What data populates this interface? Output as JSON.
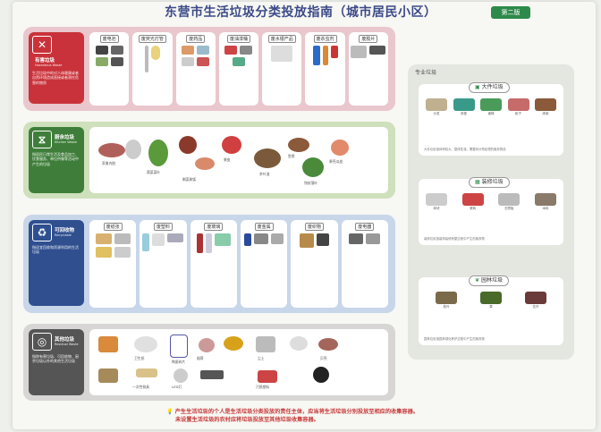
{
  "header": {
    "title": "东营市生活垃圾分类投放指南（城市居民小区）",
    "edition": "第二版"
  },
  "hazard": {
    "icon": "hazard-bin-icon",
    "name": "有害垃圾",
    "en": "Hazardous Waste",
    "desc": "生活垃圾中的对人体健康或者自然环境造成直接或者潜在危害的物质",
    "subs": [
      {
        "label": "废电池"
      },
      {
        "label": "废荧光灯管"
      },
      {
        "label": "废药品"
      },
      {
        "label": "废油漆桶"
      },
      {
        "label": "废水银产品"
      },
      {
        "label": "废杀虫剂"
      },
      {
        "label": "废胶片"
      }
    ]
  },
  "food": {
    "icon": "food-bin-icon",
    "name": "厨余垃圾",
    "en": "Kitchen Waste",
    "desc": "指居民日常生活及食品加工、饮食服务、单位供餐等活动中产生的垃圾",
    "labels": [
      "家禽内脏",
      "蔬菜菜叶",
      "果皮",
      "剩菜剩饭",
      "鱼骨",
      "茶叶渣",
      "残枝落叶",
      "果壳瓜皮"
    ]
  },
  "recycle": {
    "icon": "recycle-bin-icon",
    "name": "可回收物",
    "en": "Recyclable",
    "desc": "指适宜回收和资源利用的生活垃圾",
    "subs": [
      {
        "label": "废纸张"
      },
      {
        "label": "废塑料"
      },
      {
        "label": "废玻璃"
      },
      {
        "label": "废金属"
      },
      {
        "label": "废织物"
      },
      {
        "label": "废电器"
      }
    ]
  },
  "other": {
    "icon": "other-bin-icon",
    "name": "其他垃圾",
    "en": "Residual Waste",
    "desc": "指除有害垃圾、可回收物、厨余垃圾以外的其他生活垃圾",
    "labels": [
      "卫生纸",
      "陶瓷碎片",
      "烟蒂",
      "尘土",
      "一次性餐具",
      "LED灯",
      "污损塑料",
      "贝壳"
    ]
  },
  "side": {
    "title": "专业垃圾",
    "cards": [
      {
        "name": "大件垃圾",
        "icon": "sofa-icon",
        "items": [
          "沙发",
          "床垫",
          "桌椅",
          "柜子",
          "床架"
        ],
        "note": "大件垃圾指体积较大、整体性强，需要拆分再处理的废弃物品"
      },
      {
        "name": "装修垃圾",
        "icon": "brick-icon",
        "items": [
          "砖块",
          "瓷砖",
          "石膏板",
          "木料"
        ],
        "note": "装修垃圾指装饰装修房屋过程中产生的废弃物"
      },
      {
        "name": "园林垃圾",
        "icon": "leaf-icon",
        "items": [
          "枝叶",
          "草",
          "花卉"
        ],
        "note": "园林垃圾指园林绿化养护过程中产生的废弃物"
      }
    ]
  },
  "footer": {
    "line1": "产生生活垃圾的个人是生活垃圾分类投放的责任主体，应当将生活垃圾分别投放至相应的收集容器。",
    "line2": "未设置生活垃圾的农村应将垃圾投放至其他垃圾收集容器。"
  }
}
